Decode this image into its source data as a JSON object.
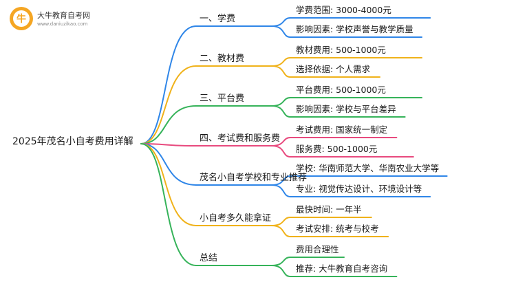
{
  "logo": {
    "name": "大牛教育自考网",
    "url": "www.daniuzikao.com"
  },
  "mindmap": {
    "root": "2025年茂名小自考费用详解",
    "branches": [
      {
        "label": "一、学费",
        "color": "#2f86e8",
        "leaves": [
          "学费范围: 3000-4000元",
          "影响因素: 学校声誉与教学质量"
        ]
      },
      {
        "label": "二、教材费",
        "color": "#f0b21a",
        "leaves": [
          "教材费用: 500-1000元",
          "选择依据: 个人需求"
        ]
      },
      {
        "label": "三、平台费",
        "color": "#36b35a",
        "leaves": [
          "平台费用: 500-1000元",
          "影响因素: 学校与平台差异"
        ]
      },
      {
        "label": "四、考试费和服务费",
        "color": "#e84a7e",
        "leaves": [
          "考试费用: 国家统一制定",
          "服务费: 500-1000元"
        ]
      },
      {
        "label": "茂名小自考学校和专业推荐",
        "color": "#2f86e8",
        "leaves": [
          "学校: 华南师范大学、华南农业大学等",
          "专业: 视觉传达设计、环境设计等"
        ]
      },
      {
        "label": "小自考多久能拿证",
        "color": "#f0b21a",
        "leaves": [
          "最快时间: 一年半",
          "考试安排: 统考与校考"
        ]
      },
      {
        "label": "总结",
        "color": "#36b35a",
        "leaves": [
          "费用合理性",
          "推荐: 大牛教育自考咨询"
        ]
      }
    ]
  }
}
